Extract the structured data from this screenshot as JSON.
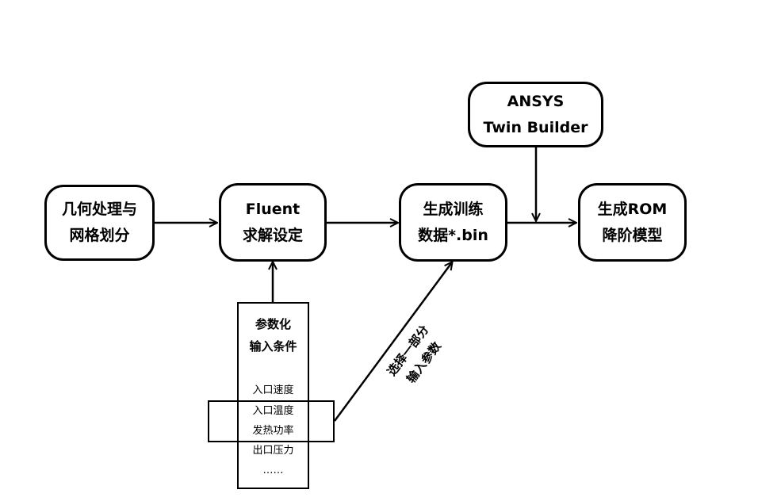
{
  "nodes": {
    "geometry": {
      "line1": "几何处理与",
      "line2": "网格划分"
    },
    "fluent": {
      "line1": "Fluent",
      "line2": "求解设定"
    },
    "training": {
      "line1": "生成训练",
      "line2": "数据*.bin"
    },
    "rom": {
      "line1": "生成ROM",
      "line2": "降阶模型"
    },
    "ansys": {
      "line1": "ANSYS",
      "line2": "Twin Builder"
    }
  },
  "params": {
    "title_line1": "参数化",
    "title_line2": "输入条件",
    "items": [
      "入口速度",
      "入口温度",
      "发热功率",
      "出口压力",
      "……"
    ]
  },
  "edge_label": {
    "line1": "选择一部分",
    "line2": "输入参数"
  }
}
